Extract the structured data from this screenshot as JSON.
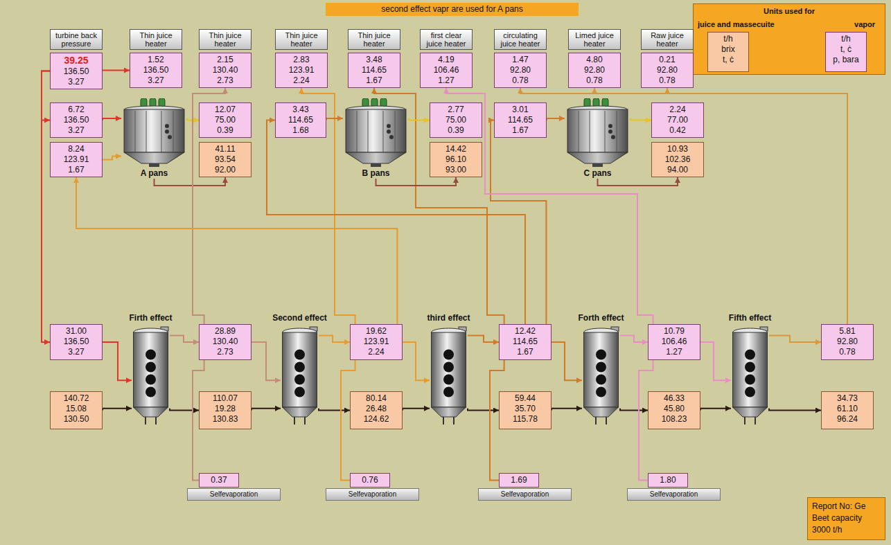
{
  "diagram": {
    "title": "second effect vapr are used for A pans",
    "nodes": [
      {
        "text": [
          "Units used for",
          "juice and massecuite",
          "vapor"
        ]
      },
      {
        "text": [
          "t/h",
          "brix",
          "t, ċ"
        ],
        "in": 0
      },
      {
        "text": [
          "t/h",
          "t, ċ",
          "p, bara"
        ],
        "in": 0
      },
      {
        "text": [
          "turbine back pressure"
        ]
      },
      {
        "text": [
          "Thin juice heater"
        ]
      },
      {
        "text": [
          "Thin juice heater"
        ]
      },
      {
        "text": [
          "Thin juice heater"
        ]
      },
      {
        "text": [
          "Thin juice heater"
        ]
      },
      {
        "text": [
          "first clear juice heater"
        ]
      },
      {
        "text": [
          "circulating juice heater"
        ]
      },
      {
        "text": [
          "Limed juice heater"
        ]
      },
      {
        "text": [
          "Raw juice heater"
        ]
      },
      {
        "text": [
          "39.25",
          "136.50",
          "3.27"
        ]
      },
      {
        "text": [
          "1.52",
          "136.50",
          "3.27"
        ]
      },
      {
        "text": [
          "2.15",
          "130.40",
          "2.73"
        ]
      },
      {
        "text": [
          "2.83",
          "123.91",
          "2.24"
        ]
      },
      {
        "text": [
          "3.48",
          "114.65",
          "1.67"
        ]
      },
      {
        "text": [
          "4.19",
          "106.46",
          "1.27"
        ]
      },
      {
        "text": [
          "1.47",
          "92.80",
          "0.78"
        ]
      },
      {
        "text": [
          "4.80",
          "92.80",
          "0.78"
        ]
      },
      {
        "text": [
          "0.21",
          "92.80",
          "0.78"
        ]
      },
      {
        "text": [
          "6.72",
          "136.50",
          "3.27"
        ]
      },
      {
        "text": [
          "A pans"
        ]
      },
      {
        "text": [
          "12.07",
          "75.00",
          "0.39"
        ]
      },
      {
        "text": [
          "8.24",
          "123.91",
          "1.67"
        ]
      },
      {
        "text": [
          "41.11",
          "93.54",
          "92.00"
        ]
      },
      {
        "text": [
          "3.43",
          "114.65",
          "1.68"
        ]
      },
      {
        "text": [
          "B pans"
        ]
      },
      {
        "text": [
          "2.77",
          "75.00",
          "0.39"
        ]
      },
      {
        "text": [
          "14.42",
          "96.10",
          "93.00"
        ]
      },
      {
        "text": [
          "3.01",
          "114.65",
          "1.67"
        ]
      },
      {
        "text": [
          "C pans"
        ]
      },
      {
        "text": [
          "2.24",
          "77.00",
          "0.42"
        ]
      },
      {
        "text": [
          "10.93",
          "102.36",
          "94.00"
        ]
      },
      {
        "text": [
          "31.00",
          "136.50",
          "3.27"
        ]
      },
      {
        "text": [
          "Firth effect"
        ]
      },
      {
        "text": [
          "28.89",
          "130.40",
          "2.73"
        ]
      },
      {
        "text": [
          "Second effect"
        ]
      },
      {
        "text": [
          "19.62",
          "123.91",
          "2.24"
        ]
      },
      {
        "text": [
          "third effect"
        ]
      },
      {
        "text": [
          "12.42",
          "114.65",
          "1.67"
        ]
      },
      {
        "text": [
          "Forth effect"
        ]
      },
      {
        "text": [
          "10.79",
          "106.46",
          "1.27"
        ]
      },
      {
        "text": [
          "Fifth effect"
        ]
      },
      {
        "text": [
          "5.81",
          "92.80",
          "0.78"
        ]
      },
      {
        "text": [
          "140.72",
          "15.08",
          "130.50"
        ]
      },
      {
        "text": [
          "110.07",
          "19.28",
          "130.83"
        ]
      },
      {
        "text": [
          "80.14",
          "26.48",
          "124.62"
        ]
      },
      {
        "text": [
          "59.44",
          "35.70",
          "115.78"
        ]
      },
      {
        "text": [
          "46.33",
          "45.80",
          "108.23"
        ]
      },
      {
        "text": [
          "34.73",
          "61.10",
          "96.24"
        ]
      },
      {
        "text": [
          "0.37"
        ]
      },
      {
        "text": [
          "0.76"
        ]
      },
      {
        "text": [
          "1.69"
        ]
      },
      {
        "text": [
          "1.80"
        ]
      },
      {
        "text": [
          "Selfevaporation"
        ]
      },
      {
        "text": [
          "Selfevaporation"
        ]
      },
      {
        "text": [
          "Selfevaporation"
        ]
      },
      {
        "text": [
          "Selfevaporation"
        ]
      },
      {
        "text": [
          "Report No: Ge",
          "Beet capacity",
          "3000 t/h"
        ]
      }
    ],
    "edges": [
      {
        "from": 12,
        "to": 34,
        "arrow": "to"
      },
      {
        "from": 12,
        "to": 21,
        "arrow": "to"
      },
      {
        "from": 12,
        "to": 13,
        "arrow": "to"
      },
      {
        "from": 34,
        "to": 35,
        "arrow": "to"
      },
      {
        "from": 21,
        "to": 22,
        "arrow": "to"
      },
      {
        "from": 24,
        "to": 22,
        "arrow": "to"
      },
      {
        "from": 22,
        "to": 23,
        "arrow": "to"
      },
      {
        "from": 22,
        "to": 25,
        "arrow": "to"
      },
      {
        "from": 35,
        "to": 36,
        "arrow": "to"
      },
      {
        "from": 36,
        "to": 37,
        "arrow": "to"
      },
      {
        "from": 36,
        "to": 14,
        "arrow": "to"
      },
      {
        "from": 37,
        "to": 38,
        "arrow": "to"
      },
      {
        "from": 38,
        "to": 39,
        "arrow": "to"
      },
      {
        "from": 38,
        "to": 15,
        "arrow": "to"
      },
      {
        "from": 38,
        "to": 24,
        "arrow": "to"
      },
      {
        "from": 39,
        "to": 40,
        "arrow": "to"
      },
      {
        "from": 40,
        "to": 41,
        "arrow": "to"
      },
      {
        "from": 40,
        "to": 16,
        "arrow": "to"
      },
      {
        "from": 40,
        "to": 26,
        "arrow": "to"
      },
      {
        "from": 40,
        "to": 30,
        "arrow": "to"
      },
      {
        "from": 41,
        "to": 42,
        "arrow": "to"
      },
      {
        "from": 42,
        "to": 43,
        "arrow": "to"
      },
      {
        "from": 42,
        "to": 17,
        "arrow": "to"
      },
      {
        "from": 43,
        "to": 44,
        "arrow": "to"
      },
      {
        "from": 44,
        "to": 18,
        "arrow": "to"
      },
      {
        "from": 44,
        "to": 19,
        "arrow": "to"
      },
      {
        "from": 44,
        "to": 20,
        "arrow": "to"
      },
      {
        "from": 45,
        "to": 35,
        "arrow": "to"
      },
      {
        "from": 35,
        "to": 46,
        "arrow": "to"
      },
      {
        "from": 46,
        "to": 37,
        "arrow": "to"
      },
      {
        "from": 37,
        "to": 47,
        "arrow": "to"
      },
      {
        "from": 47,
        "to": 39,
        "arrow": "to"
      },
      {
        "from": 39,
        "to": 48,
        "arrow": "to"
      },
      {
        "from": 48,
        "to": 41,
        "arrow": "to"
      },
      {
        "from": 41,
        "to": 49,
        "arrow": "to"
      },
      {
        "from": 49,
        "to": 43,
        "arrow": "to"
      },
      {
        "from": 43,
        "to": 50,
        "arrow": "to"
      },
      {
        "from": 51,
        "to": 36,
        "arrow": "none"
      },
      {
        "from": 52,
        "to": 38,
        "arrow": "none"
      },
      {
        "from": 53,
        "to": 40,
        "arrow": "none"
      },
      {
        "from": 54,
        "to": 42,
        "arrow": "none"
      },
      {
        "from": 26,
        "to": 27,
        "arrow": "to"
      },
      {
        "from": 27,
        "to": 28,
        "arrow": "to"
      },
      {
        "from": 27,
        "to": 29,
        "arrow": "to"
      },
      {
        "from": 30,
        "to": 31,
        "arrow": "to"
      },
      {
        "from": 31,
        "to": 32,
        "arrow": "to"
      },
      {
        "from": 31,
        "to": 33,
        "arrow": "to"
      }
    ]
  }
}
